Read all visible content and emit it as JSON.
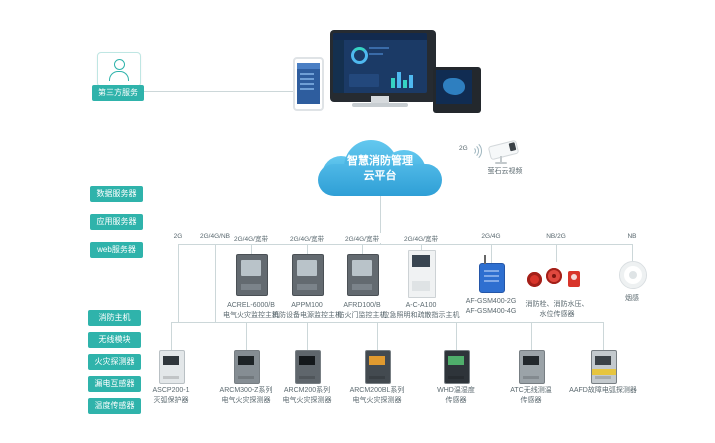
{
  "colors": {
    "accent": "#2fb3ab",
    "cloud_top": "#63c8ef",
    "cloud_bottom": "#2f9fd6",
    "line": "#ccd7d9",
    "alarm_red": "#d8342a"
  },
  "left": {
    "third_party": "第三方服务",
    "servers": [
      "数据服务器",
      "应用服务器",
      "web服务器"
    ],
    "device_groups": [
      "消防主机",
      "无线模块",
      "火灾探测器",
      "漏电互感器",
      "温度传感器"
    ]
  },
  "cloud": {
    "line1": "智慧消防管理",
    "line2": "云平台"
  },
  "camera": {
    "conn": "2G",
    "label": "萤石云视频"
  },
  "feeders": [
    "2G",
    "2G/4G/NB"
  ],
  "middle_row": [
    {
      "conn": "2G/4G/宽带",
      "name": "ACREL-6000/B",
      "desc": "电气火灾监控主机"
    },
    {
      "conn": "2G/4G/宽带",
      "name": "APPM100",
      "desc": "消防设备电源监控主机"
    },
    {
      "conn": "2G/4G/宽带",
      "name": "AFRD100/B",
      "desc": "防火门监控主机"
    },
    {
      "conn": "2G/4G/宽带",
      "name": "A-C-A100",
      "desc": "应急照明和疏散指示主机"
    },
    {
      "conn": "2G/4G",
      "name": "AF-GSM400-2G",
      "desc": "AF-GSM400-4G"
    },
    {
      "conn": "NB/2G",
      "name": "消防栓、消防水压、",
      "desc": "水位传感器"
    },
    {
      "conn": "NB",
      "name": "烟感",
      "desc": ""
    }
  ],
  "bottom_row": [
    {
      "name": "ASCP200-1",
      "desc": "灭弧保护器"
    },
    {
      "name": "ARCM300-Z系列",
      "desc": "电气火灾探测器"
    },
    {
      "name": "ARCM200系列",
      "desc": "电气火灾探测器"
    },
    {
      "name": "ARCM200BL系列",
      "desc": "电气火灾探测器"
    },
    {
      "name": "WHD温湿度",
      "desc": "传感器"
    },
    {
      "name": "ATC无线测温",
      "desc": "传感器"
    },
    {
      "name": "AAFD故障电弧探测器",
      "desc": ""
    }
  ]
}
